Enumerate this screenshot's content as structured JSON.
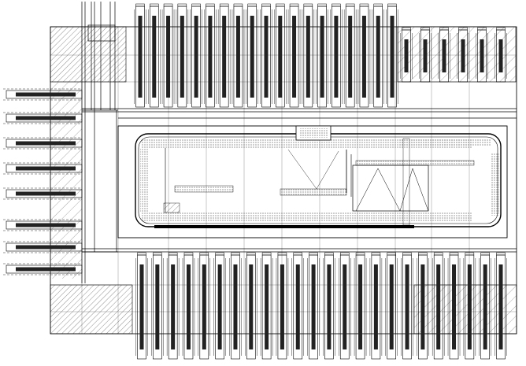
{
  "drawing": {
    "colors": {
      "line": "#000000",
      "hatch": "#333333",
      "grid": "#555555",
      "background": "#ffffff"
    },
    "top_bays": 19,
    "bottom_bays": 24,
    "left_bays": 8
  }
}
